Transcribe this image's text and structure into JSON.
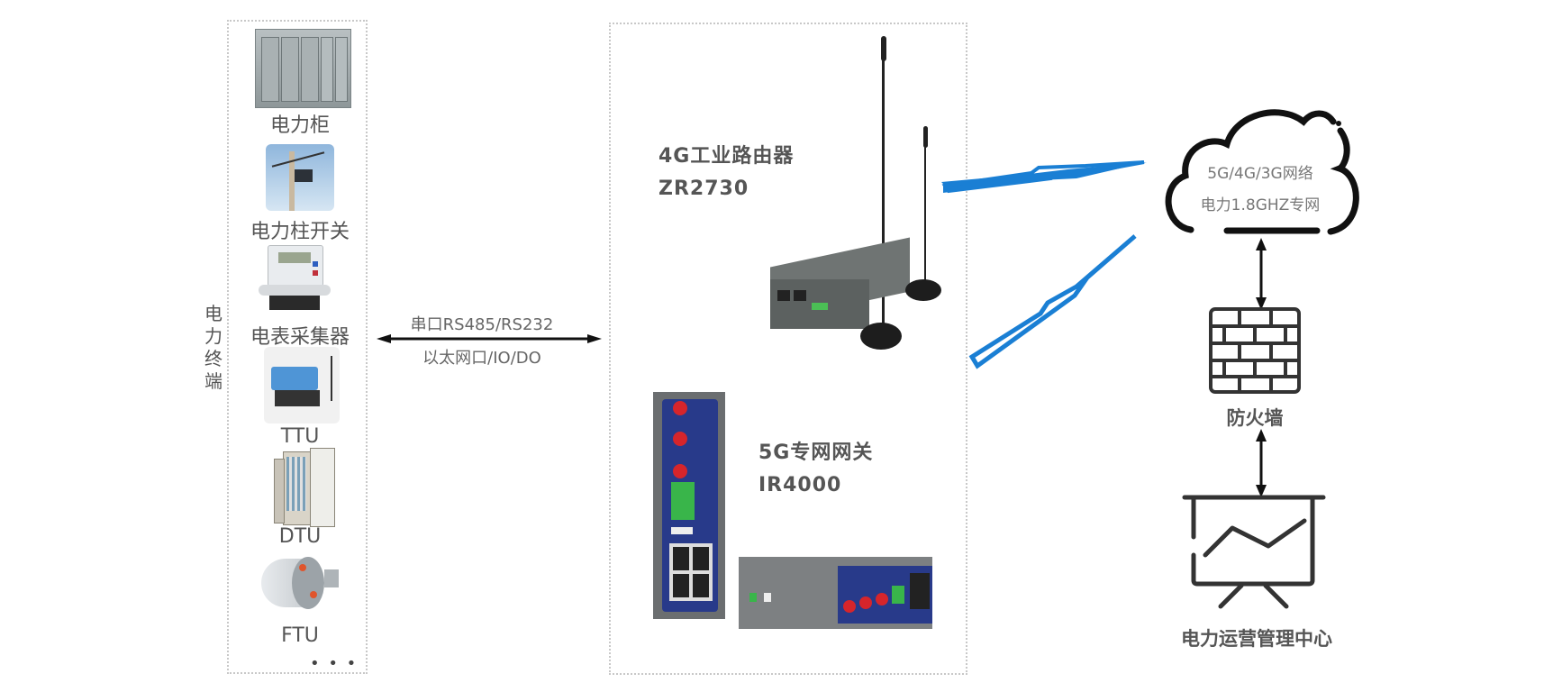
{
  "terminals": {
    "group_label": "电力终端",
    "items": [
      {
        "label": "电力柜",
        "icon": "power-cabinet"
      },
      {
        "label": "电力柱开关",
        "icon": "pole-switch"
      },
      {
        "label": "电表采集器",
        "icon": "meter-collector"
      },
      {
        "label": "TTU",
        "icon": "ttu-device"
      },
      {
        "label": "DTU",
        "icon": "dtu-cabinet"
      },
      {
        "label": "FTU",
        "icon": "ftu-device"
      }
    ],
    "more": "• • •"
  },
  "link": {
    "line1": "串口RS485/RS232",
    "line2": "以太网口/IO/DO"
  },
  "devices": {
    "router": {
      "title": "4G工业路由器",
      "model": "ZR2730"
    },
    "gateway": {
      "title": "5G专网网关",
      "model": "IR4000"
    }
  },
  "network": {
    "line1": "5G/4G/3G网络",
    "line2": "电力1.8GHZ专网"
  },
  "firewall": {
    "label": "防火墙"
  },
  "center": {
    "label": "电力运营管理中心"
  },
  "colors": {
    "signal_blue": "#1a7fd4",
    "line_black": "#111111",
    "text_gray": "#555555",
    "border_gray": "#c8c8c8"
  }
}
